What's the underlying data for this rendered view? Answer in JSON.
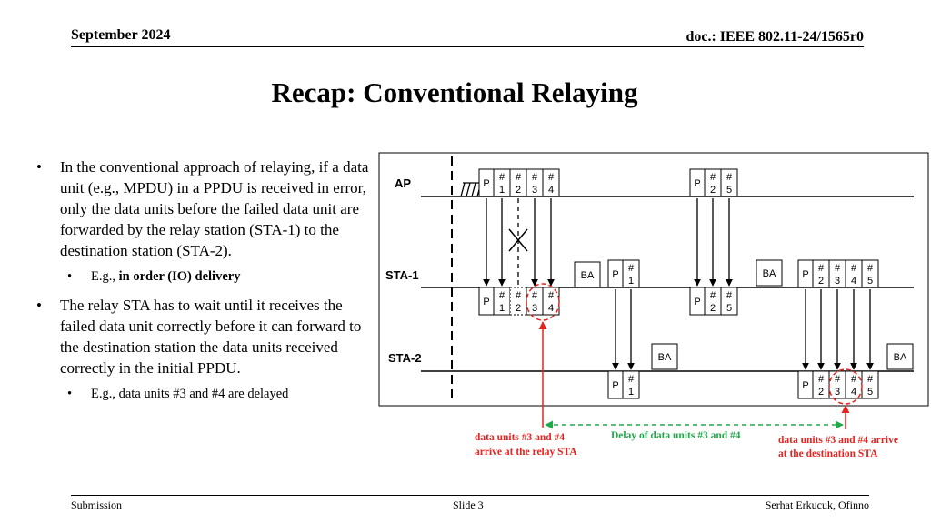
{
  "header": {
    "date": "September 2024",
    "doc": "doc.: IEEE 802.11-24/1565r0"
  },
  "title": "Recap: Conventional Relaying",
  "bullets": {
    "b1_pre": "In the conventional approach of relaying, if a data unit (e.g., MPDU) in a PPDU is received in error, only the data units before the failed data unit are forwarded by the relay station (STA-1) to the destination station (STA-2).",
    "b1_sub_prefix": "E.g., ",
    "b1_sub_bold": "in order (IO) delivery",
    "b2": "The relay STA has to wait until it receives the failed data unit correctly before it can forward to the destination station the data units received correctly in the initial PPDU.",
    "b2_sub": "E.g., data units #3 and #4 are delayed"
  },
  "diagram": {
    "stations": {
      "ap": "AP",
      "sta1": "STA-1",
      "sta2": "STA-2"
    },
    "p": "P",
    "ba": "BA",
    "hash": "#",
    "nums": {
      "n1": "1",
      "n2": "2",
      "n3": "3",
      "n4": "4",
      "n5": "5"
    },
    "annotations": {
      "relay_arrive_1": "data units #3 and #4",
      "relay_arrive_2": "arrive at the relay STA",
      "delay": "Delay of data units #3 and #4",
      "dest_arrive_1": "data units #3 and #4 arrive",
      "dest_arrive_2": "at the destination STA"
    },
    "colors": {
      "red": "#e8221e",
      "green": "#22a84a"
    }
  },
  "footer": {
    "left": "Submission",
    "mid": "Slide 3",
    "right": "Serhat Erkucuk, Ofinno"
  }
}
